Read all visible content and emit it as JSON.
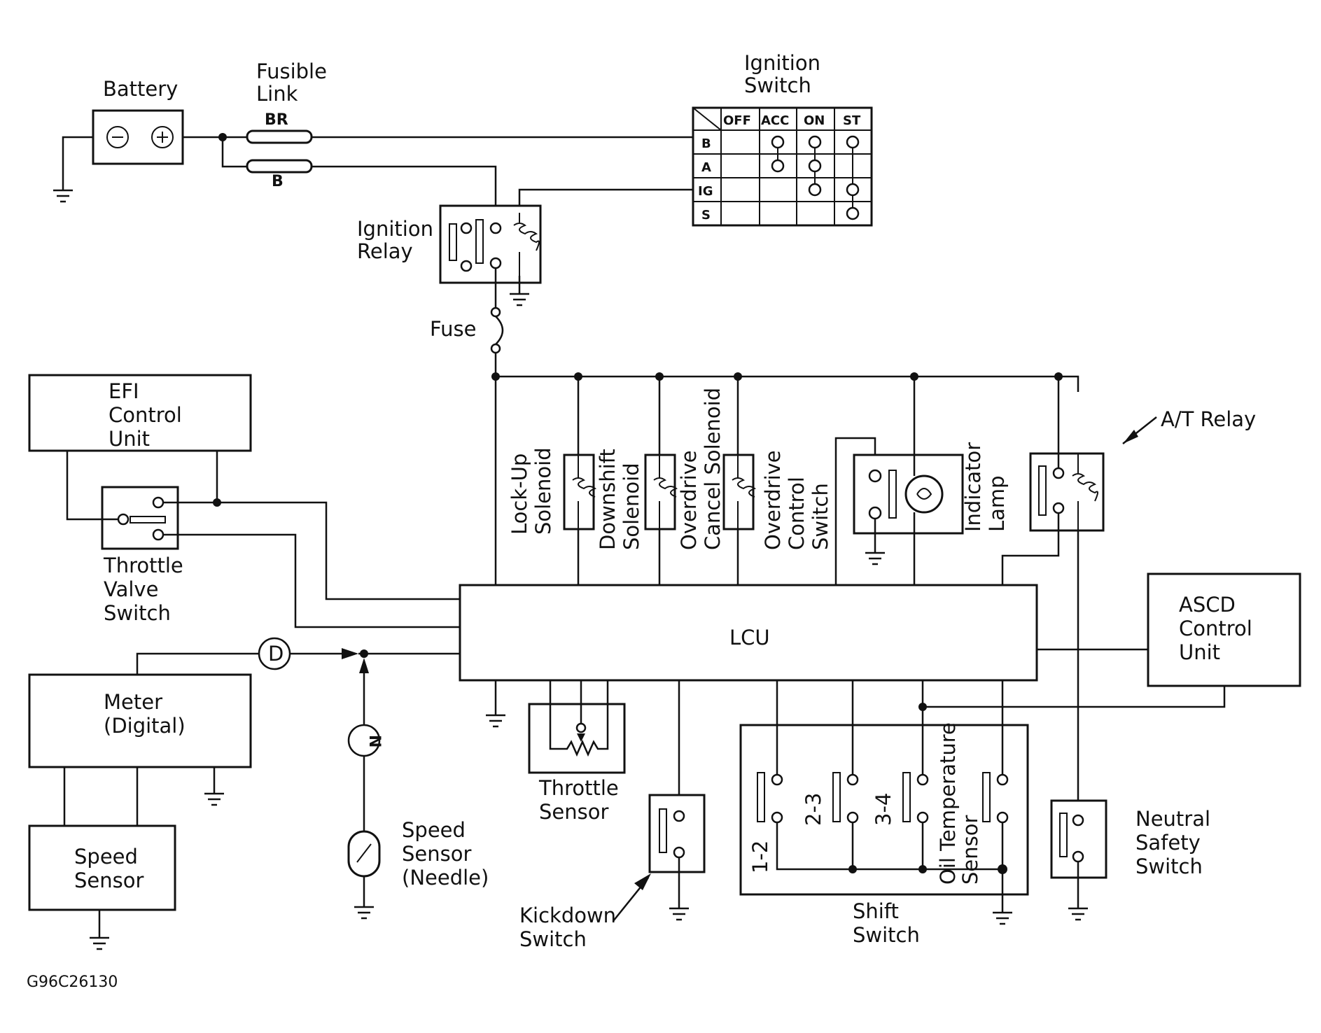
{
  "labels": {
    "battery": "Battery",
    "battery_neg": "⊖",
    "battery_pos": "⊕",
    "fusible_link": [
      "Fusible",
      "Link"
    ],
    "fl_br": "BR",
    "fl_b": "B",
    "ignition_switch": [
      "Ignition",
      "Switch"
    ],
    "ignition_relay": [
      "Ignition",
      "Relay"
    ],
    "fuse": "Fuse",
    "efi_control_unit": [
      "EFI",
      "Control",
      "Unit"
    ],
    "throttle_valve_switch": [
      "Throttle",
      "Valve",
      "Switch"
    ],
    "lock_up_solenoid": [
      "Lock-Up",
      "Solenoid"
    ],
    "downshift_solenoid": [
      "Downshift",
      "Solenoid"
    ],
    "overdrive_cancel_solenoid": [
      "Overdrive",
      "Cancel Solenoid"
    ],
    "overdrive_control_switch": [
      "Overdrive",
      "Control",
      "Switch"
    ],
    "indicator_lamp": [
      "Indicator",
      "Lamp"
    ],
    "at_relay": "A/T Relay",
    "lcu": "LCU",
    "ascd_control_unit": [
      "ASCD",
      "Control",
      "Unit"
    ],
    "meter_digital": [
      "Meter",
      "(Digital)"
    ],
    "speed_sensor": [
      "Speed",
      "Sensor"
    ],
    "speed_sensor_needle": [
      "Speed",
      "Sensor",
      "(Needle)"
    ],
    "connector_d": "D",
    "connector_n": "N",
    "throttle_sensor": [
      "Throttle",
      "Sensor"
    ],
    "kickdown_switch": [
      "Kickdown",
      "Switch"
    ],
    "shift_switch": [
      "Shift",
      "Switch"
    ],
    "shift_positions": [
      "1-2",
      "2-3",
      "3-4"
    ],
    "oil_temperature_sensor": [
      "Oil Temperature",
      "Sensor"
    ],
    "neutral_safety_switch": [
      "Neutral",
      "Safety",
      "Switch"
    ],
    "figure_code": "G96C26130"
  },
  "ignition_table": {
    "columns": [
      "OFF",
      "ACC",
      "ON",
      "ST"
    ],
    "rows": [
      "B",
      "A",
      "IG",
      "S"
    ]
  }
}
